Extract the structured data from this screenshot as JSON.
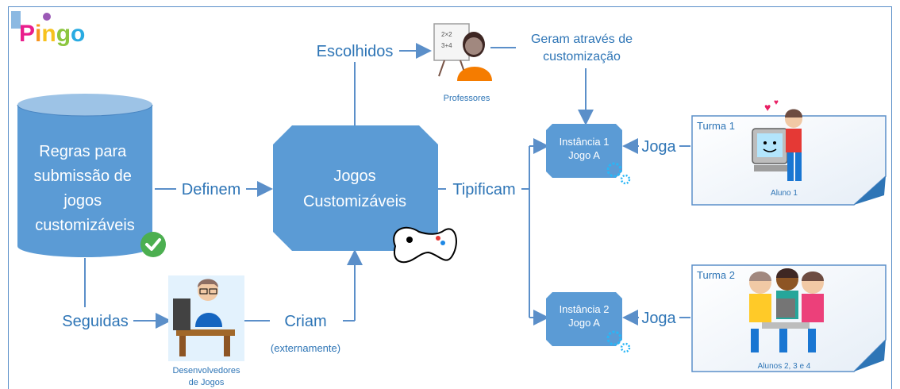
{
  "brand": {
    "logo": "Pingo"
  },
  "nodes": {
    "rules": "Regras para submissão de jogos customizáveis",
    "rules_lines": [
      "Regras para",
      "submissão de",
      "jogos",
      "customizáveis"
    ],
    "games_line1": "Jogos",
    "games_line2": "Customizáveis",
    "instance1_line1": "Instância 1",
    "instance1_line2": "Jogo A",
    "instance2_line1": "Instância 2",
    "instance2_line2": "Jogo A",
    "teachers": "Professores",
    "developers_line1": "Desenvolvedores",
    "developers_line2": "de Jogos",
    "class1_title": "Turma 1",
    "class1_student": "Aluno 1",
    "class2_title": "Turma 2",
    "class2_student": "Alunos 2, 3 e 4"
  },
  "edges": {
    "define": "Definem",
    "chosen": "Escolhidos",
    "generate_line1": "Geram através de",
    "generate_line2": "customização",
    "typify": "Tipificam",
    "play1": "Joga",
    "play2": "Joga",
    "followed": "Seguidas",
    "create": "Criam",
    "externally": "(externamente)"
  },
  "colors": {
    "accent": "#5b9bd5",
    "line": "#5b8fc9",
    "text_blue": "#2e75b6",
    "check": "#4caf50",
    "instance_fill": "#5b9bd5"
  },
  "icons": [
    "check-icon",
    "gamepad-icon",
    "teacher-icon",
    "developer-icon",
    "gear-icon",
    "student-computer-icon",
    "students-group-icon"
  ]
}
